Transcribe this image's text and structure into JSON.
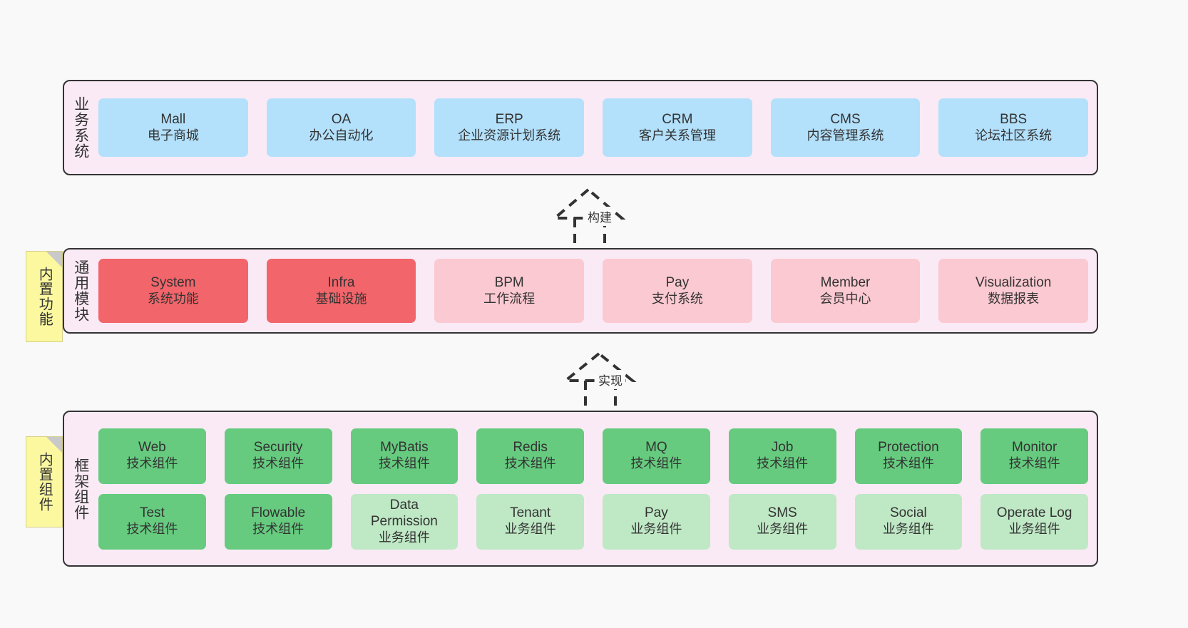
{
  "diagram": {
    "background": "#f9f9f9",
    "palette": {
      "panel_fill": "#faeaf5",
      "panel_border": "#333333",
      "blue": "#b3e0fb",
      "red": "#f2656a",
      "pink": "#fbc9d1",
      "green": "#66cb7f",
      "green_light": "#bfe8c5",
      "note_yellow": "#fbf8a0",
      "note_fold": "#c9c9c9"
    }
  },
  "layers": [
    {
      "id": "business-system",
      "title": "业务系统",
      "cards": [
        {
          "en": "Mall",
          "cn": "电子商城",
          "color": "c-blue"
        },
        {
          "en": "OA",
          "cn": "办公自动化",
          "color": "c-blue"
        },
        {
          "en": "ERP",
          "cn": "企业资源计划系统",
          "color": "c-blue"
        },
        {
          "en": "CRM",
          "cn": "客户关系管理",
          "color": "c-blue"
        },
        {
          "en": "CMS",
          "cn": "内容管理系统",
          "color": "c-blue"
        },
        {
          "en": "BBS",
          "cn": "论坛社区系统",
          "color": "c-blue"
        }
      ]
    },
    {
      "id": "common-module",
      "title": "通用模块",
      "note": "内置功能",
      "cards": [
        {
          "en": "System",
          "cn": "系统功能",
          "color": "c-red"
        },
        {
          "en": "Infra",
          "cn": "基础设施",
          "color": "c-red"
        },
        {
          "en": "BPM",
          "cn": "工作流程",
          "color": "c-pink"
        },
        {
          "en": "Pay",
          "cn": "支付系统",
          "color": "c-pink"
        },
        {
          "en": "Member",
          "cn": "会员中心",
          "color": "c-pink"
        },
        {
          "en": "Visualization",
          "cn": "数据报表",
          "color": "c-pink"
        }
      ]
    },
    {
      "id": "framework-component",
      "title": "框架组件",
      "note": "内置组件",
      "row1": [
        {
          "en": "Web",
          "cn": "技术组件",
          "color": "c-green"
        },
        {
          "en": "Security",
          "cn": "技术组件",
          "color": "c-green"
        },
        {
          "en": "MyBatis",
          "cn": "技术组件",
          "color": "c-green"
        },
        {
          "en": "Redis",
          "cn": "技术组件",
          "color": "c-green"
        },
        {
          "en": "MQ",
          "cn": "技术组件",
          "color": "c-green"
        },
        {
          "en": "Job",
          "cn": "技术组件",
          "color": "c-green"
        },
        {
          "en": "Protection",
          "cn": "技术组件",
          "color": "c-green"
        },
        {
          "en": "Monitor",
          "cn": "技术组件",
          "color": "c-green"
        }
      ],
      "row2": [
        {
          "en": "Test",
          "cn": "技术组件",
          "color": "c-green"
        },
        {
          "en": "Flowable",
          "cn": "技术组件",
          "color": "c-green"
        },
        {
          "en": "Data Permission",
          "cn": "业务组件",
          "color": "c-green-light",
          "wrap": true
        },
        {
          "en": "Tenant",
          "cn": "业务组件",
          "color": "c-green-light"
        },
        {
          "en": "Pay",
          "cn": "业务组件",
          "color": "c-green-light"
        },
        {
          "en": "SMS",
          "cn": "业务组件",
          "color": "c-green-light"
        },
        {
          "en": "Social",
          "cn": "业务组件",
          "color": "c-green-light"
        },
        {
          "en": "Operate Log",
          "cn": "业务组件",
          "color": "c-green-light"
        }
      ]
    }
  ],
  "connectors": [
    {
      "id": "build",
      "label": "构建"
    },
    {
      "id": "implement",
      "label": "实现"
    }
  ]
}
